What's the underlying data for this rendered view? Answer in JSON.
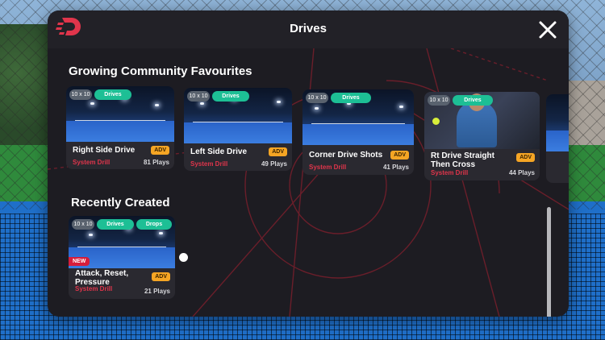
{
  "window": {
    "title": "Drives"
  },
  "icons": {
    "logo": "brand-logo-icon",
    "close": "close-icon"
  },
  "colors": {
    "panel": "#1d1c22",
    "tag": "#1dbf95",
    "adv": "#f5a524",
    "accent_red": "#e0354b",
    "new_badge": "#d61d3b"
  },
  "sections": {
    "favourites": {
      "title": "Growing Community Favourites"
    },
    "recent": {
      "title": "Recently Created"
    }
  },
  "favourites": [
    {
      "size": "10 x 10",
      "tag": "Drives",
      "title": "Right Side Drive",
      "level": "ADV",
      "type": "System Drill",
      "plays": "81 Plays"
    },
    {
      "size": "10 x 10",
      "tag": "Drives",
      "title": "Left Side Drive",
      "level": "ADV",
      "type": "System Drill",
      "plays": "49 Plays"
    },
    {
      "size": "10 x 10",
      "tag": "Drives",
      "title": "Corner Drive Shots",
      "level": "ADV",
      "type": "System Drill",
      "plays": "41 Plays"
    },
    {
      "size": "10 x 10",
      "tag": "Drives",
      "title": "Rt Drive Straight Then Cross",
      "level": "ADV",
      "type": "System Drill",
      "plays": "44 Plays"
    }
  ],
  "recent": [
    {
      "size": "10 x 10",
      "tag": "Drives",
      "tag2": "Drops",
      "badge": "NEW",
      "title": "Attack, Reset, Pressure",
      "level": "ADV",
      "type": "System Drill",
      "plays": "21 Plays"
    }
  ]
}
